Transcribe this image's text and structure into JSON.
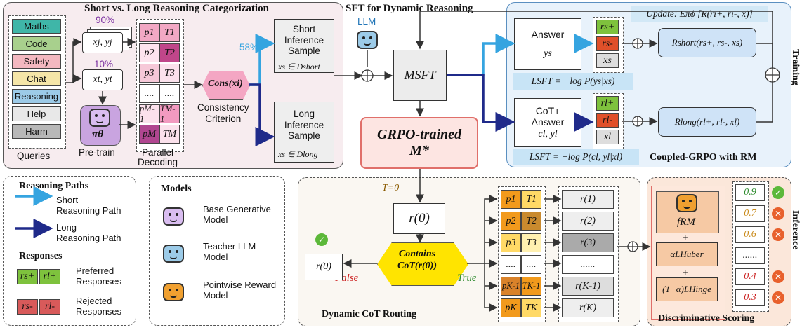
{
  "categorization": {
    "title": "Short vs. Long Reasoning Categorization",
    "queries_label": "Queries",
    "queries": [
      "Maths",
      "Code",
      "Safety",
      "Chat",
      "Reasoning",
      "Help",
      "Harm"
    ],
    "pct_top": "90%",
    "pct_bottom": "10%",
    "pair_top": "xj, yj",
    "pair_bottom": "xt, yt",
    "pi_symbol": "πθ",
    "pretrain_label": "Pre-train",
    "parallel_label": "Parallel\nDecoding",
    "p_labels": [
      "p1",
      "p2",
      "p3",
      "....",
      "pM-1",
      "pM"
    ],
    "t_labels": [
      "T1",
      "T2",
      "T3",
      "....",
      "TM-1",
      "TM"
    ],
    "cons_label": "Cons(xi)",
    "consistency_label": "Consistency\nCriterion",
    "pct_58": "58%",
    "short_box": "Short\nInference\nSample",
    "short_sub": "xs ∈ Dshort",
    "long_box": "Long\nInference\nSample",
    "long_sub": "xs ∈ Dlong"
  },
  "sft": {
    "title": "SFT for Dynamic Reasoning",
    "llm_label": "LLM",
    "msft": "MSFT",
    "grpo": "GRPO-trained\nM*"
  },
  "training": {
    "label": "Training",
    "update": "Update: Eπϕ [R(ri+, ri-, x)]",
    "answer": "Answer",
    "ys": "ys",
    "cot_answer": "CoT+\nAnswer",
    "cl_yl": "cl, yl",
    "r_short_cells": [
      "rs+",
      "rs-",
      "xs"
    ],
    "r_long_cells": [
      "rl+",
      "rl-",
      "xl"
    ],
    "r_short": "Rshort(rs+, rs-, xs)",
    "r_long": "Rlong(rl+, rl-, xl)",
    "loss_short": "LSFT = −log P(ys|xs)",
    "loss_long": "LSFT = −log P(cl, yl|xl)",
    "coupled": "Coupled-GRPO with RM"
  },
  "legend": {
    "paths_title": "Reasoning Paths",
    "short_path": "Short\nReasoning Path",
    "long_path": "Long\nReasoning Path",
    "responses_title": "Responses",
    "preferred": "Preferred\nResponses",
    "rejected": "Rejected\nResponses",
    "pref_cells": [
      "rs+",
      "rl+"
    ],
    "rej_cells": [
      "rs-",
      "rl-"
    ],
    "models_title": "Models",
    "base_model": "Base Generative\nModel",
    "teacher_model": "Teacher LLM\nModel",
    "reward_model": "Pointwise Reward\nModel"
  },
  "routing": {
    "title": "Dynamic CoT Routing",
    "t0": "T=0",
    "r0": "r(0)",
    "contains": "Contains\nCoT(r(0))",
    "false": "False",
    "true": "True",
    "r0_out": "r(0)",
    "p_labels": [
      "p1",
      "p2",
      "p3",
      "....",
      "pK-1",
      "pK"
    ],
    "t_labels": [
      "T1",
      "T2",
      "T3",
      "....",
      "TK-1",
      "TK"
    ],
    "r_labels": [
      "r(1)",
      "r(2)",
      "r(3)",
      "......",
      "r(K-1)",
      "r(K)"
    ]
  },
  "scoring": {
    "title": "Discriminative Scoring",
    "inference_label": "Inference",
    "f_rm": "fRM",
    "huber": "αLHuber",
    "hinge": "(1−α)LHinge",
    "plus": "+",
    "scores": [
      "0.9",
      "0.7",
      "0.6",
      "......",
      "0.4",
      "0.3"
    ],
    "score_colors": [
      "#2e8b2e",
      "#c98a1a",
      "#c98a1a",
      "#333333",
      "#cc2222",
      "#cc2222"
    ]
  },
  "colors": {
    "short_path": "#35a4e0",
    "long_path": "#1f2a8a",
    "preferred": "#7ec23d",
    "rejected": "#e0502a",
    "panel_pink": "#f9eef0",
    "panel_blue": "#e9f3fb",
    "panel_orange": "#fbe9dc"
  }
}
